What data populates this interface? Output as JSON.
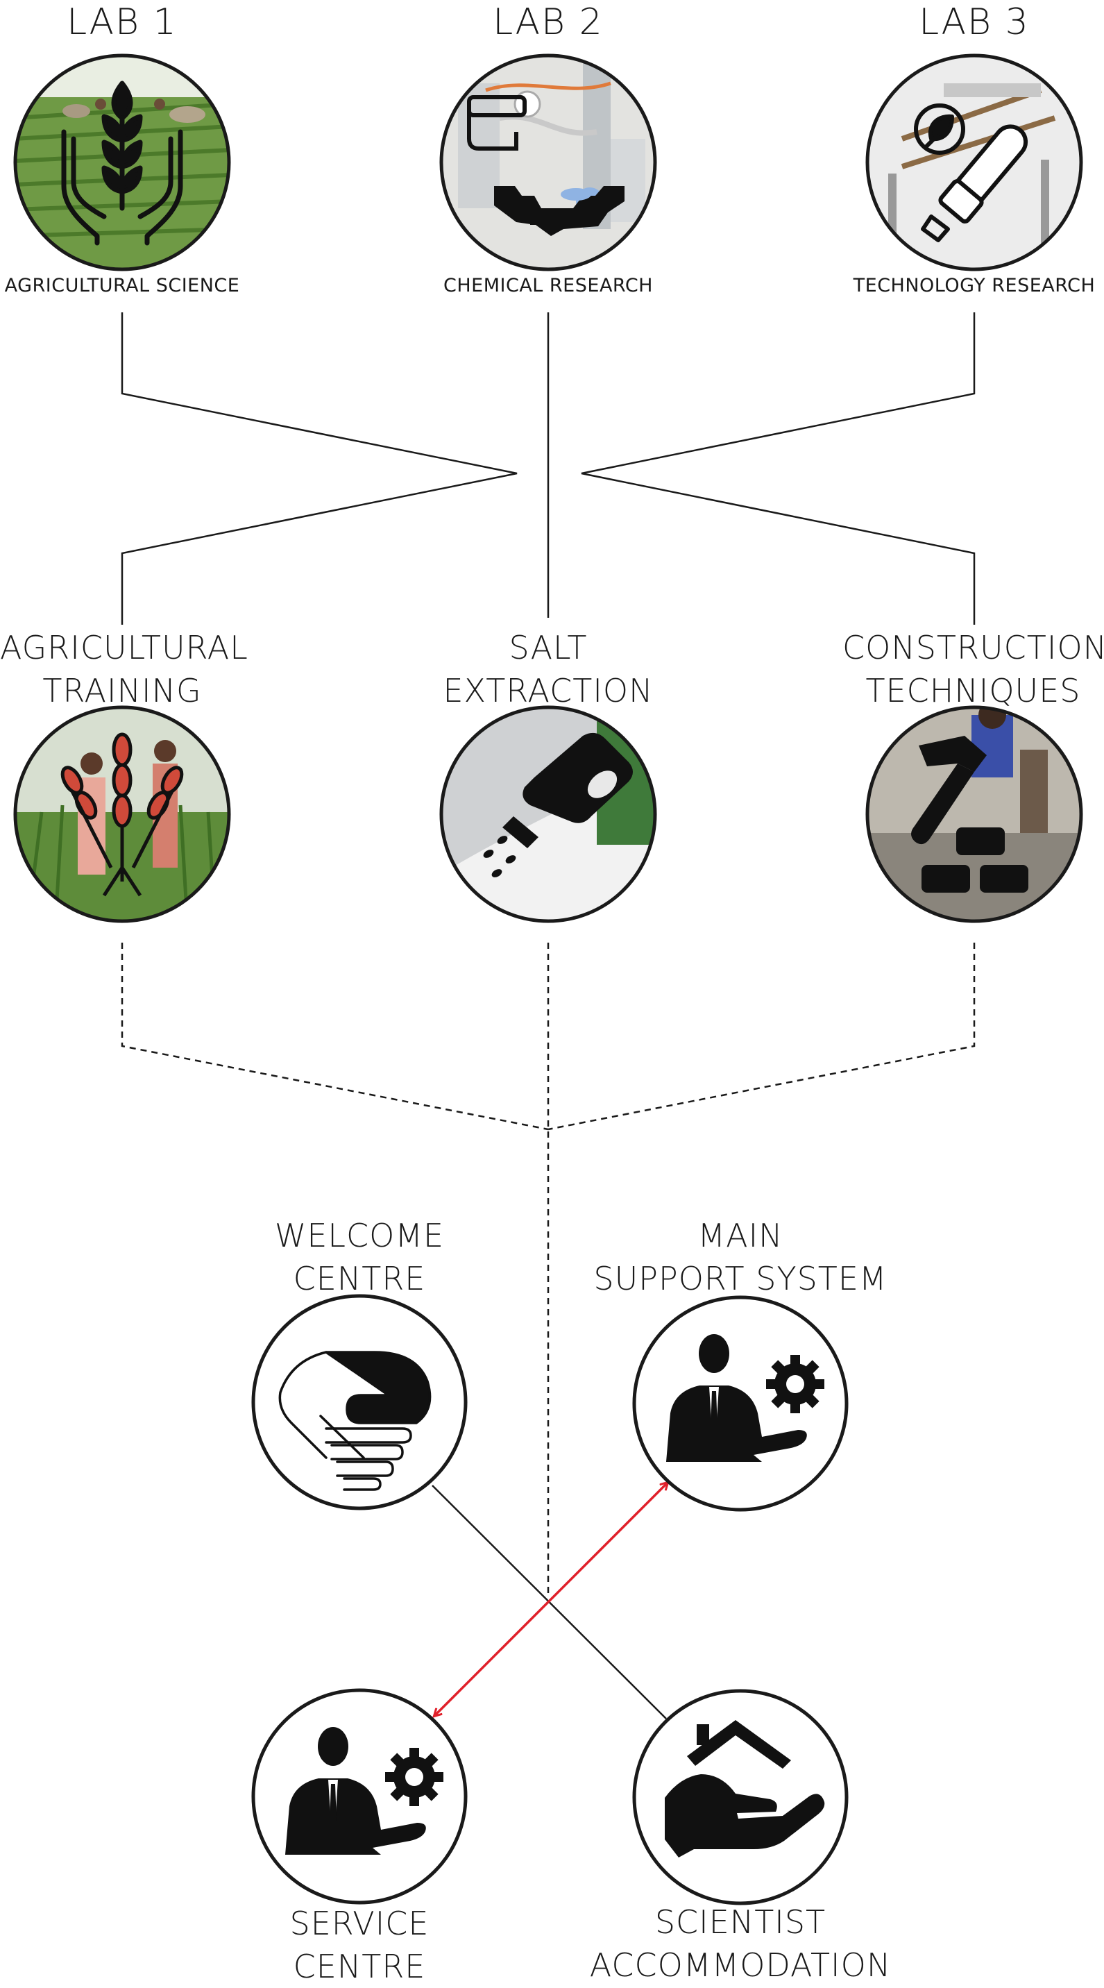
{
  "labs": [
    {
      "title": "LAB 1",
      "subtitle": "AGRICULTURAL SCIENCE",
      "icon": "wheat-hands-icon"
    },
    {
      "title": "LAB 2",
      "subtitle": "CHEMICAL RESEARCH",
      "icon": "lab-equipment-icon"
    },
    {
      "title": "LAB 3",
      "subtitle": "TECHNOLOGY RESEARCH",
      "icon": "eco-bulb-icon"
    }
  ],
  "activities": [
    {
      "line1": "AGRICULTURAL",
      "line2": "TRAINING",
      "icon": "wheat-icon"
    },
    {
      "line1": "SALT",
      "line2": "EXTRACTION",
      "icon": "salt-shaker-icon"
    },
    {
      "line1": "CONSTRUCTION",
      "line2": "TECHNIQUES",
      "icon": "hammer-bricks-icon"
    }
  ],
  "facilities": {
    "welcome": {
      "line1": "WELCOME",
      "line2": "CENTRE",
      "icon": "handshake-icon"
    },
    "support": {
      "line1": "MAIN",
      "line2": "SUPPORT SYSTEM",
      "icon": "businessman-gear-icon"
    },
    "service": {
      "line1": "SERVICE",
      "line2": "CENTRE",
      "icon": "businessman-gear-icon"
    },
    "accommodation": {
      "line1": "SCIENTIST",
      "line2": "ACCOMMODATION",
      "icon": "house-hand-icon"
    }
  },
  "colors": {
    "line": "#1a1a1a",
    "arrow": "#e0202a",
    "icon": "#111111",
    "field_green": "#5e8c3a",
    "salt_grey": "#d8d8d8",
    "gravel": "#8a857c"
  }
}
